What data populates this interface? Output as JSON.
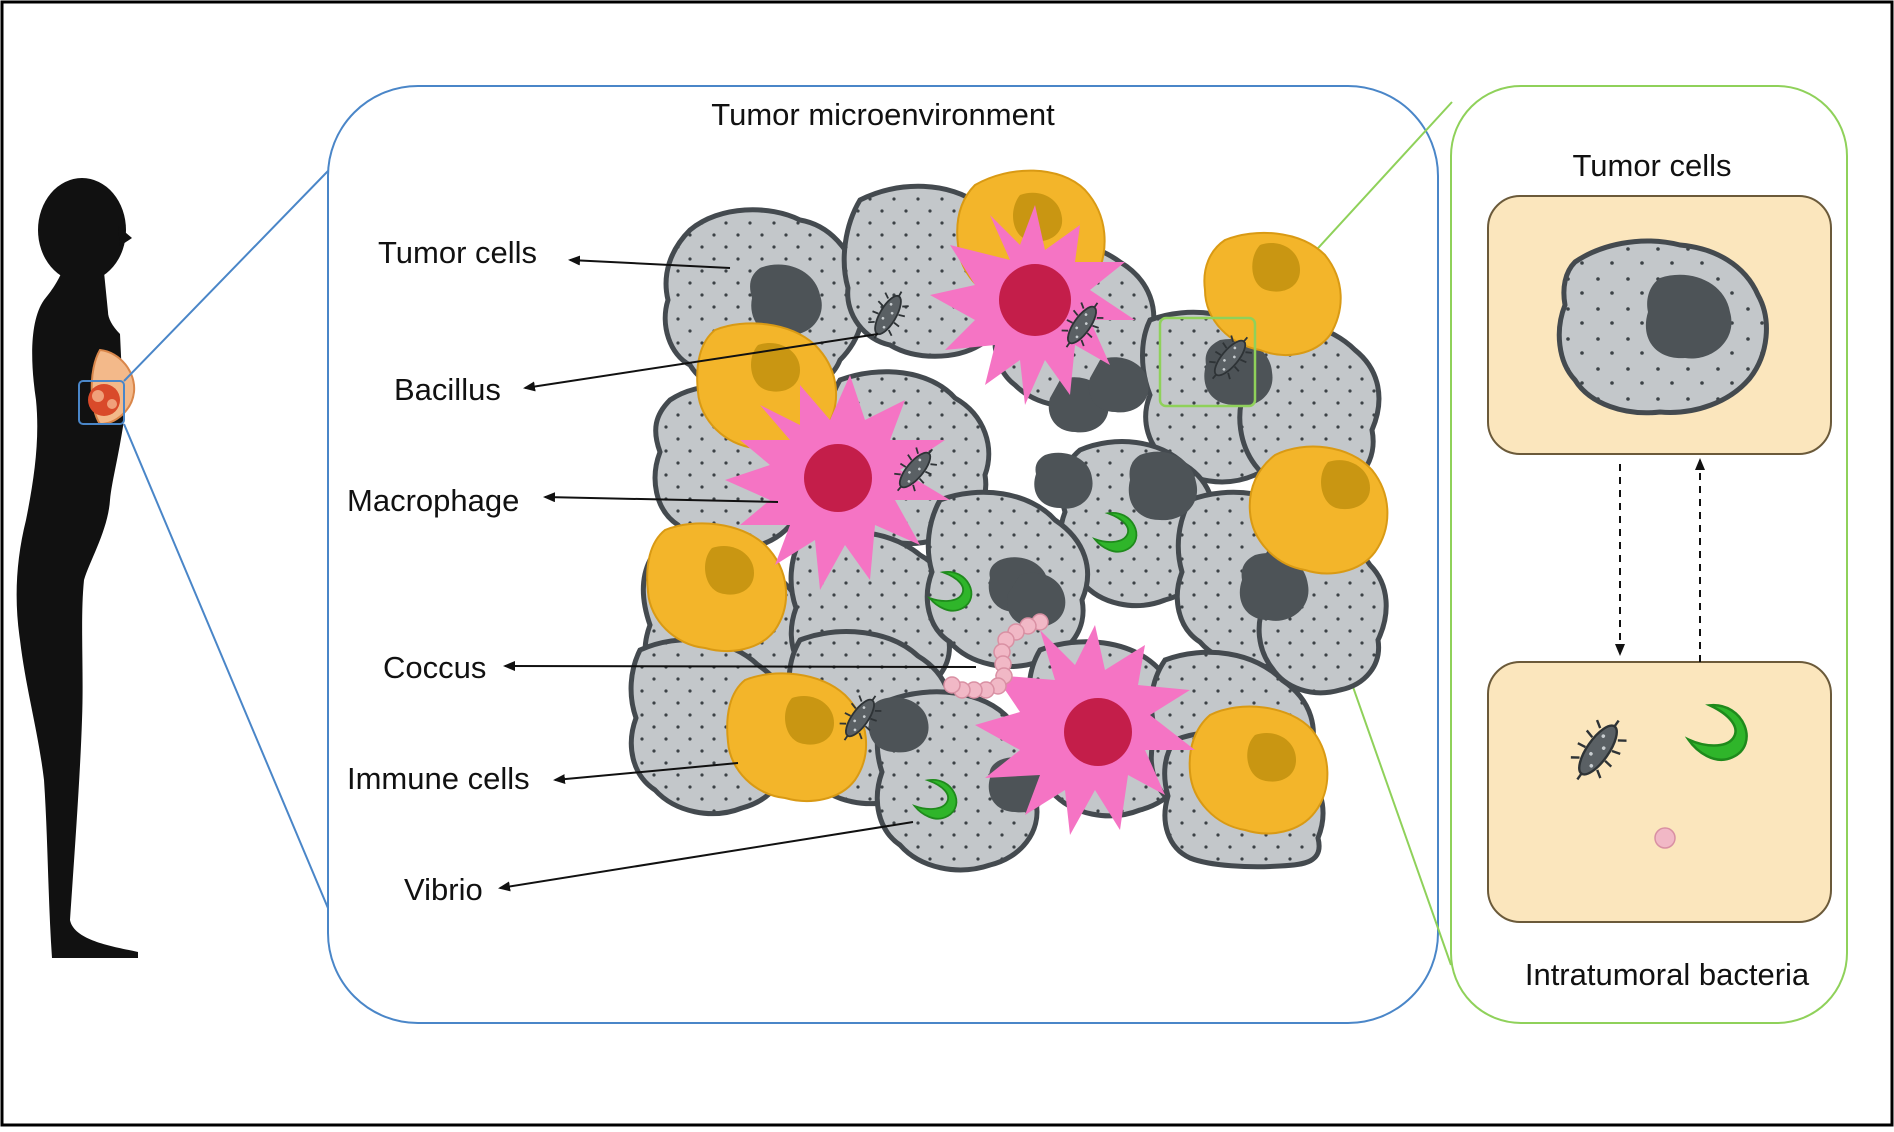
{
  "micro": {
    "title": "Tumor microenvironment",
    "labels": {
      "tumor_cells": "Tumor cells",
      "bacillus": "Bacillus",
      "macrophage": "Macrophage",
      "coccus": "Coccus",
      "immune_cells": "Immune cells",
      "vibrio": "Vibrio"
    }
  },
  "right_panel": {
    "top_label": "Tumor cells",
    "bottom_label": "Intratumoral bacteria"
  },
  "colors": {
    "outer_border": "#000000",
    "micro_panel_border": "#4a86c8",
    "right_panel_border": "#8fd15a",
    "tumor_cell_fill": "#c3c7ca",
    "tumor_cell_stroke": "#444a4f",
    "tumor_nucleus": "#4d5357",
    "immune_cell": "#f3b52a",
    "immune_nucleus": "#c99612",
    "macrophage": "#f574c4",
    "macrophage_nucleus": "#c41e4a",
    "vibrio": "#2fb52a",
    "coccus": "#f1b8c6",
    "box_fill": "#fbe6bd",
    "box_stroke": "#6b5a3a",
    "silhouette": "#111111"
  },
  "icons": [
    "human-silhouette-icon",
    "breast-tissue-icon",
    "bacillus-icon",
    "vibrio-icon",
    "coccus-icon",
    "tumor-cell-icon"
  ]
}
